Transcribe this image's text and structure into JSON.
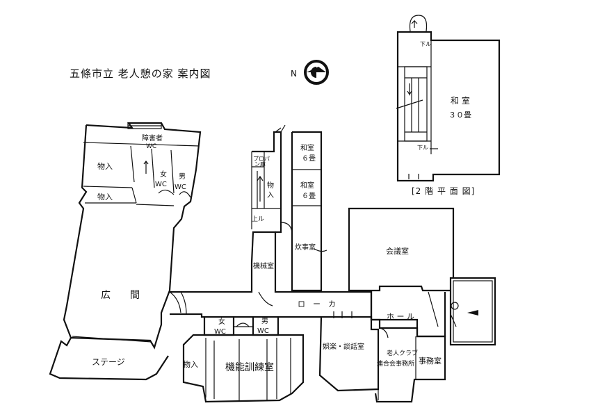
{
  "title": "五條市立 老人憩の家 案内図",
  "compass": {
    "label": "N"
  },
  "second_floor": {
    "caption": "[2 階 平 面 図]",
    "room_name": "和 室",
    "room_size": "３０畳",
    "down_label_1": "下ル",
    "down_label_2": "下ル"
  },
  "rooms": {
    "accessible_wc": "障害者",
    "accessible_wc_sub": "WC",
    "storage_1": "物入",
    "storage_2": "物入",
    "women_wc_1": "女",
    "women_wc_1_sub": "WC",
    "men_wc_1": "男",
    "men_wc_1_sub": "WC",
    "hall": "広　　間",
    "stage": "ステージ",
    "propane_1": "プロパ",
    "propane_2": "ン庫",
    "storage_3": "物",
    "storage_3b": "入",
    "up_label": "上ル",
    "washitsu_a": "和室",
    "washitsu_a_size": "６畳",
    "washitsu_b": "和室",
    "washitsu_b_size": "６畳",
    "kitchen": "炊事室",
    "machine_room": "機械室",
    "meeting_room": "会議室",
    "corridor": "ロ　ー　カ",
    "lobby": "ホ ー ル",
    "women_wc_2": "女",
    "women_wc_2_sub": "WC",
    "men_wc_2": "男",
    "men_wc_2_sub": "WC",
    "storage_4": "物入",
    "training_room": "機能訓練室",
    "recreation_room": "娯楽・談話室",
    "club_office_1": "老人クラブ",
    "club_office_2": "連合会事務所",
    "office": "事務室"
  }
}
